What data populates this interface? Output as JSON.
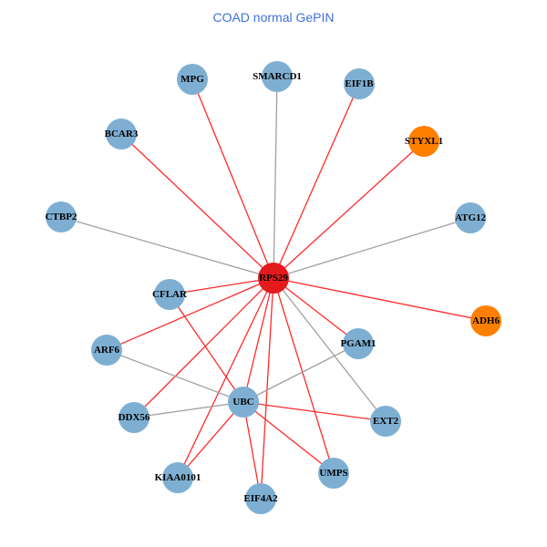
{
  "title": "COAD normal GePIN",
  "colors": {
    "hub": "#e41a1c",
    "default": "#7eafd3",
    "highlight": "#ff7f00",
    "edge_red": "#ff2a2a",
    "edge_gray": "#a0a0a0"
  },
  "nodes": [
    {
      "id": "RPS29",
      "type": "hub"
    },
    {
      "id": "MPG",
      "type": "default"
    },
    {
      "id": "SMARCD1",
      "type": "default"
    },
    {
      "id": "EIF1B",
      "type": "default"
    },
    {
      "id": "STYXL1",
      "type": "highlight"
    },
    {
      "id": "BCAR3",
      "type": "default"
    },
    {
      "id": "CTBP2",
      "type": "default"
    },
    {
      "id": "ATG12",
      "type": "default"
    },
    {
      "id": "CFLAR",
      "type": "default"
    },
    {
      "id": "ADH6",
      "type": "highlight"
    },
    {
      "id": "ARF6",
      "type": "default"
    },
    {
      "id": "PGAM1",
      "type": "default"
    },
    {
      "id": "UBC",
      "type": "default"
    },
    {
      "id": "DDX56",
      "type": "default"
    },
    {
      "id": "EXT2",
      "type": "default"
    },
    {
      "id": "UMPS",
      "type": "default"
    },
    {
      "id": "KIAA0101",
      "type": "default"
    },
    {
      "id": "EIF4A2",
      "type": "default"
    }
  ],
  "edges": [
    [
      "RPS29",
      "MPG",
      "red"
    ],
    [
      "RPS29",
      "SMARCD1",
      "gray"
    ],
    [
      "RPS29",
      "EIF1B",
      "red"
    ],
    [
      "RPS29",
      "STYXL1",
      "red"
    ],
    [
      "RPS29",
      "BCAR3",
      "red"
    ],
    [
      "RPS29",
      "CTBP2",
      "gray"
    ],
    [
      "RPS29",
      "ATG12",
      "gray"
    ],
    [
      "RPS29",
      "CFLAR",
      "red"
    ],
    [
      "RPS29",
      "ADH6",
      "red"
    ],
    [
      "RPS29",
      "ARF6",
      "red"
    ],
    [
      "RPS29",
      "PGAM1",
      "red"
    ],
    [
      "RPS29",
      "UBC",
      "red"
    ],
    [
      "RPS29",
      "DDX56",
      "red"
    ],
    [
      "RPS29",
      "EXT2",
      "gray"
    ],
    [
      "RPS29",
      "UMPS",
      "red"
    ],
    [
      "RPS29",
      "KIAA0101",
      "red"
    ],
    [
      "RPS29",
      "EIF4A2",
      "red"
    ],
    [
      "UBC",
      "CFLAR",
      "red"
    ],
    [
      "UBC",
      "ARF6",
      "gray"
    ],
    [
      "UBC",
      "PGAM1",
      "gray"
    ],
    [
      "UBC",
      "DDX56",
      "gray"
    ],
    [
      "UBC",
      "EXT2",
      "red"
    ],
    [
      "UBC",
      "KIAA0101",
      "red"
    ],
    [
      "UBC",
      "EIF4A2",
      "red"
    ],
    [
      "UBC",
      "UMPS",
      "red"
    ]
  ]
}
